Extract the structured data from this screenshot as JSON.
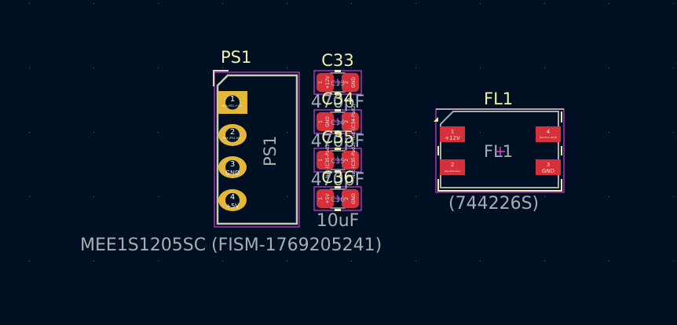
{
  "canvas": {
    "background_color": "#001023",
    "grid_color": "#5a6a80"
  },
  "colors": {
    "silkscreen": "#f2efa7",
    "fab": "#a8acb3",
    "courtyard": "#d23fd2",
    "smd_pad": "#d6303b",
    "tht_pad": "#e2b73a",
    "body_outline": "#c8c8b4"
  },
  "components": {
    "ps1": {
      "reference": "PS1",
      "fab_reference": "PS1",
      "value": "MEE1S1205SC (FISM-1769205241)",
      "pads": [
        {
          "number": "1",
          "net": "Net-(PS1-+Vin)",
          "shape": "square"
        },
        {
          "number": "2",
          "net": "Net-(PS1-Vin)",
          "shape": "oval"
        },
        {
          "number": "3",
          "net": "GND",
          "shape": "oval"
        },
        {
          "number": "4",
          "net": "+5V",
          "shape": "oval"
        }
      ]
    },
    "c33": {
      "reference": "C33",
      "fab_reference": "C33",
      "value": "470pF",
      "pads": [
        {
          "number": "1",
          "net": "+12V"
        },
        {
          "number": "2",
          "net": "GND"
        }
      ]
    },
    "c34": {
      "reference": "C34",
      "fab_reference": "C34",
      "value": "470pF",
      "pads": [
        {
          "number": "1",
          "net": "GND"
        },
        {
          "number": "2",
          "net": "Net-(C34-Pad2)"
        }
      ]
    },
    "c35": {
      "reference": "C35",
      "fab_reference": "C35",
      "value": "470pF",
      "pads": [
        {
          "number": "1",
          "net": "Net-(C35-Pad1)"
        },
        {
          "number": "2",
          "net": "Net-(C35-Pad2)"
        }
      ]
    },
    "c36": {
      "reference": "C36",
      "fab_reference": "C36",
      "value": "10uF",
      "pads": [
        {
          "number": "1",
          "net": "+5V"
        },
        {
          "number": "2",
          "net": "GND"
        }
      ]
    },
    "fl1": {
      "reference": "FL1",
      "fab_reference": "FL1",
      "value": "(744226S)",
      "pads": [
        {
          "number": "1",
          "net": "+12V"
        },
        {
          "number": "2",
          "net": "Net-(PS1-Vin)"
        },
        {
          "number": "3",
          "net": "GND"
        },
        {
          "number": "4",
          "net": "Net-(FL1-Pad4)"
        }
      ]
    }
  }
}
